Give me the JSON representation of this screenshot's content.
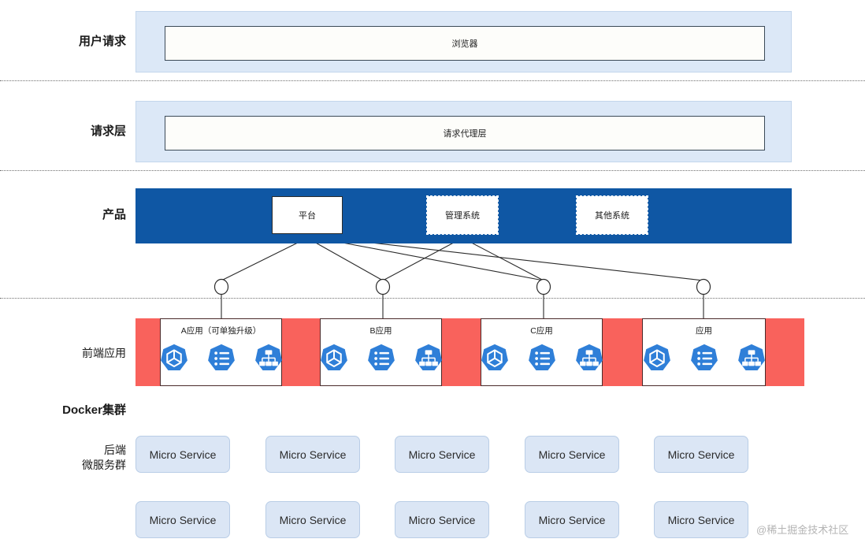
{
  "diagram": {
    "title_watermark": "@稀土掘金技术社区",
    "rows": [
      {
        "key": "user_request",
        "label": "用户请求",
        "bold": true
      },
      {
        "key": "request_layer",
        "label": "请求层",
        "bold": true
      },
      {
        "key": "product",
        "label": "产品",
        "bold": true
      },
      {
        "key": "frontend",
        "label": "前端应用",
        "bold": false
      },
      {
        "key": "docker",
        "label": "Docker集群",
        "bold": true
      },
      {
        "key": "backend",
        "label": "后端\n微服务群",
        "bold": false
      }
    ],
    "user_request": {
      "box_label": "浏览器"
    },
    "request_layer": {
      "box_label": "请求代理层"
    },
    "product": {
      "boxes": [
        {
          "label": "平台",
          "style": "solid"
        },
        {
          "label": "管理系统",
          "style": "dashed"
        },
        {
          "label": "其他系统",
          "style": "dashed"
        }
      ]
    },
    "frontend": {
      "apps": [
        {
          "label": "A应用（可单独升级）"
        },
        {
          "label": "B应用"
        },
        {
          "label": "C应用"
        },
        {
          "label": "应用"
        }
      ],
      "icon_names": [
        "pod-cube-icon",
        "config-list-icon",
        "service-tree-icon"
      ]
    },
    "backend": {
      "service_label": "Micro Service",
      "rows": 2,
      "columns": 5
    },
    "colors": {
      "band_light_fill": "#dce8f7",
      "band_light_border": "#c3d6ec",
      "product_band": "#0f57a4",
      "frontend_band": "#f9625c",
      "microservice_fill": "#dbe6f5",
      "microservice_border": "#b9cde6",
      "k8s_icon": "#2f7fd8",
      "separator": "#6f6f6f",
      "watermark": "#b4b4b4"
    }
  }
}
